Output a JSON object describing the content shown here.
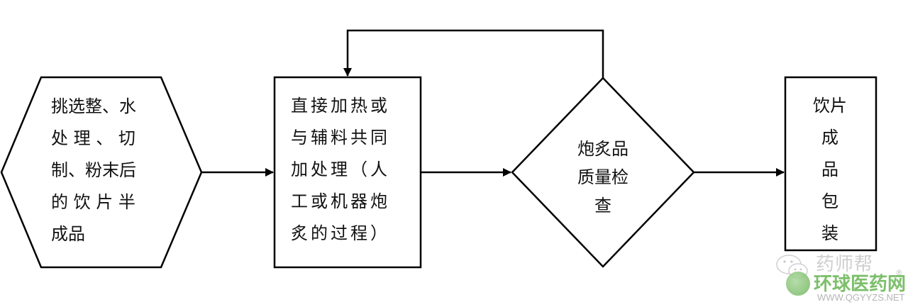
{
  "diagram": {
    "type": "flowchart",
    "nodes": [
      {
        "id": "semi-finished",
        "shape": "hexagon",
        "lines": [
          "挑选整、水",
          "处 理 、 切",
          "制、粉末后",
          "的 饮 片 半",
          "成品"
        ]
      },
      {
        "id": "processing",
        "shape": "rectangle",
        "lines": [
          "直接加热或",
          "与辅料共同",
          "加处理（人",
          "工或机器炮",
          "炙的过程）"
        ]
      },
      {
        "id": "quality-check",
        "shape": "diamond",
        "lines": [
          "炮炙品",
          "质量检",
          "查"
        ]
      },
      {
        "id": "packaging",
        "shape": "rectangle",
        "lines": [
          "饮片",
          "成",
          "品",
          "包",
          "装"
        ]
      }
    ],
    "edges": [
      {
        "from": "semi-finished",
        "to": "processing"
      },
      {
        "from": "processing",
        "to": "quality-check"
      },
      {
        "from": "quality-check",
        "to": "packaging"
      },
      {
        "from": "quality-check",
        "to": "processing",
        "kind": "feedback-loop"
      }
    ]
  },
  "watermark": {
    "account_name": "药师帮",
    "brand": "环球医药网",
    "registered": "®",
    "url": "WWW.QGYYZS.NET"
  },
  "colors": {
    "stroke": "#000000",
    "text": "#111111",
    "brand_green": "#7cbf6b"
  }
}
